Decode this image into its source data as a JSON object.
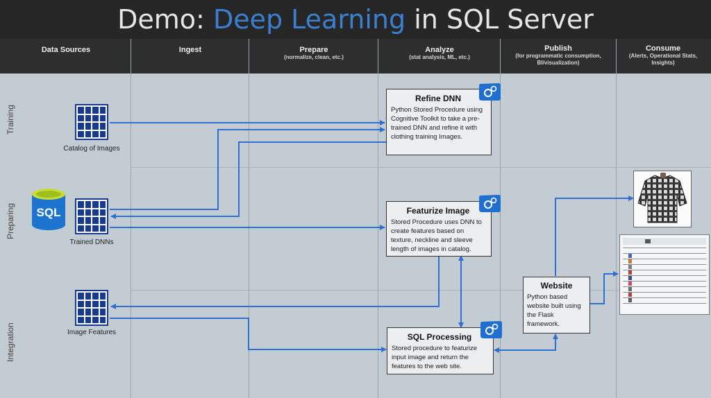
{
  "title": {
    "prefix": "Demo: ",
    "accent": "Deep Learning",
    "suffix": " in SQL Server"
  },
  "columns": [
    {
      "label": "Data Sources",
      "sub": ""
    },
    {
      "label": "Ingest",
      "sub": ""
    },
    {
      "label": "Prepare",
      "sub": "(normalize, clean, etc.)"
    },
    {
      "label": "Analyze",
      "sub": "(stat analysis, ML,  etc.)"
    },
    {
      "label": "Publish",
      "sub": "(for programmatic consumption, BI/visualization)"
    },
    {
      "label": "Consume",
      "sub": "(Alerts, Operational Stats, Insights)"
    }
  ],
  "rows": {
    "training": "Training",
    "preparing": "Preparing",
    "integration": "Integration"
  },
  "sources": {
    "catalog": "Catalog of Images",
    "dnns": "Trained DNNs",
    "features": "Image Features",
    "sql_logo": "SQL"
  },
  "boxes": {
    "refine": {
      "title": "Refine DNN",
      "body": "Python Stored Procedure using Cognitive Toolkit to take a pre-trained DNN and refine it with clothing training Images."
    },
    "featurize": {
      "title": "Featurize Image",
      "body": "Stored Procedure uses DNN to create features based on texture, neckline and sleeve length of images in catalog."
    },
    "sqlproc": {
      "title": "SQL Processing",
      "body": "Stored procedure to featurize input image and return the features to the web site."
    },
    "website": {
      "title": "Website",
      "body": "Python based website built using the Flask framework."
    }
  },
  "colors": {
    "arrow": "#2f6fd0",
    "icon": "#17398f",
    "accent": "#3b7fd0",
    "canvas": "#c3ccd2"
  },
  "icons": {
    "scroll": "script-gear-icon",
    "grid": "table-grid-icon",
    "database": "database-icon"
  }
}
